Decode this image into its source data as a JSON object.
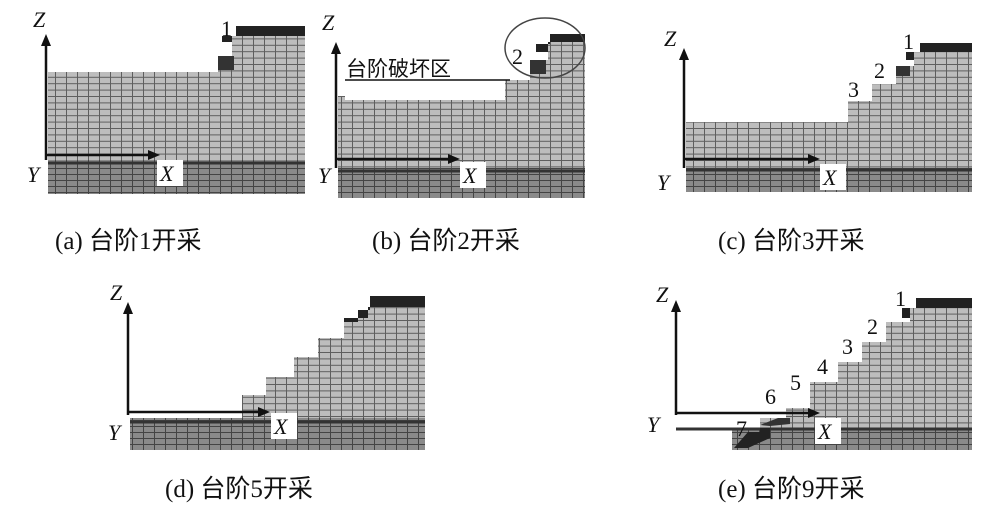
{
  "axes": {
    "z": "Z",
    "y": "Y",
    "x": "X"
  },
  "colors": {
    "face": "#b9b9b9",
    "grid": "#5c5c5c",
    "top": "#222222",
    "base": "#7d7d7d",
    "axis": "#111111"
  },
  "panels": [
    {
      "id": "a",
      "caption": "(a) 台阶1开采",
      "labels": [
        "1"
      ]
    },
    {
      "id": "b",
      "caption": "(b) 台阶2开采",
      "labels": [
        "2"
      ],
      "zone_label": "台阶破坏区"
    },
    {
      "id": "c",
      "caption": "(c) 台阶3开采",
      "labels": [
        "1",
        "2",
        "3"
      ]
    },
    {
      "id": "d",
      "caption": "(d) 台阶5开采",
      "labels": []
    },
    {
      "id": "e",
      "caption": "(e) 台阶9开采",
      "labels": [
        "1",
        "2",
        "3",
        "4",
        "5",
        "6",
        "7"
      ]
    }
  ]
}
